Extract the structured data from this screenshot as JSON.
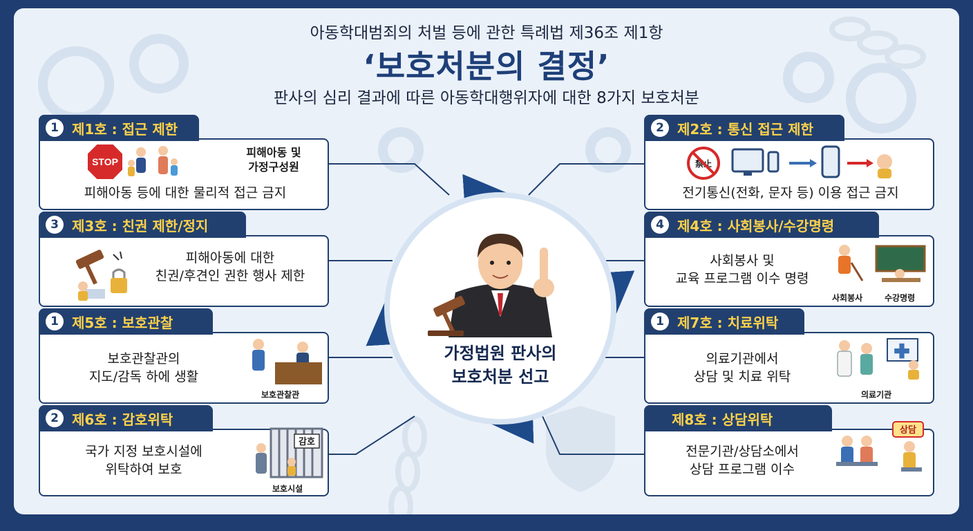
{
  "header": {
    "law": "아동학대범죄의 처벌 등에 관한 특례법 제36조 제1항",
    "title": "‘보호처분의 결정’",
    "subtitle": "판사의 심리 결과에 따른 아동학대행위자에 대한 8가지 보호처분"
  },
  "center": {
    "line1": "가정법원 판사의",
    "line2": "보호처분 선고"
  },
  "cards": {
    "c1": {
      "num": "1",
      "title": "제1호 : 접근 제한",
      "desc": "피해아동 등에 대한 물리적 접근 금지",
      "stop": "STOP",
      "label_line1": "피해아동 및",
      "label_line2": "가정구성원"
    },
    "c2": {
      "num": "2",
      "title": "제2호 : 통신 접근 제한",
      "desc": "전기통신(전화, 문자 등) 이용 접근 금지",
      "ban": "禁止"
    },
    "c3": {
      "num": "3",
      "title": "제3호 : 친권 제한/정지",
      "desc_line1": "피해아동에 대한",
      "desc_line2": "친권/후견인 권한 행사 제한"
    },
    "c4": {
      "num": "4",
      "title": "제4호 : 사회봉사/수강명령",
      "desc_line1": "사회봉사 및",
      "desc_line2": "교육 프로그램 이수 명령",
      "cap1": "사회봉사",
      "cap2": "수강명령"
    },
    "c5": {
      "num": "1",
      "title": "제5호 : 보호관찰",
      "desc_line1": "보호관찰관의",
      "desc_line2": "지도/감독 하에 생활",
      "cap": "보호관찰관"
    },
    "c7": {
      "num": "1",
      "title": "제7호 : 치료위탁",
      "desc_line1": "의료기관에서",
      "desc_line2": "상담 및 치료 위탁",
      "cap": "의료기관"
    },
    "c6": {
      "num": "2",
      "title": "제6호 : 감호위탁",
      "desc_line1": "국가 지정 보호시설에",
      "desc_line2": "위탁하여 보호",
      "cap": "보호시설",
      "sign": "감호"
    },
    "c8": {
      "title": "제8호 : 상담위탁",
      "desc_line1": "전문기관/상담소에서",
      "desc_line2": "상담 프로그램 이수",
      "bubble": "상담"
    }
  },
  "colors": {
    "navy": "#22406f",
    "tab_title": "#ffd24a",
    "background": "#eaf1f9",
    "frame": "#1f3d70",
    "arrow": "#1e4a8a"
  },
  "icons": [
    "stop-sign-icon",
    "family-icon",
    "ban-icon",
    "computer-icon",
    "phone-icon",
    "child-icon",
    "gavel-icon",
    "padlock-icon",
    "worker-icon",
    "classroom-icon",
    "officer-desk-icon",
    "doctor-icon",
    "cross-icon",
    "guard-icon",
    "cage-icon",
    "counseling-icon",
    "judge-icon",
    "cycle-arrows-icon"
  ]
}
